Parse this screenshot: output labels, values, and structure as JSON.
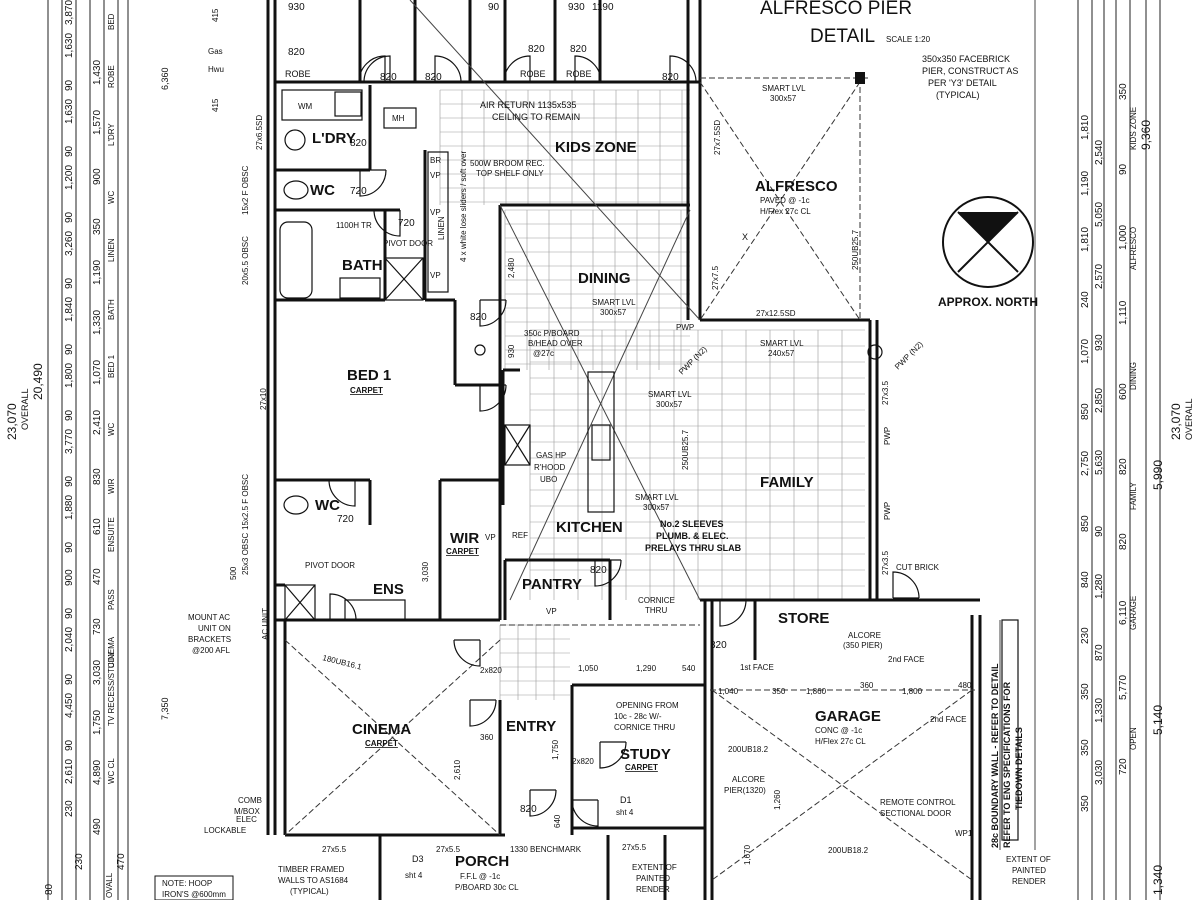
{
  "title": {
    "line1": "ALFRESCO PIER",
    "line2": "DETAIL",
    "scale": "SCALE 1:20"
  },
  "notes": {
    "pier": [
      "350x350 FACEBRICK",
      "PIER, CONSTRUCT AS",
      "PER 'Y3' DETAIL",
      "(TYPICAL)"
    ],
    "north": "APPROX. NORTH",
    "air_return": [
      "AIR RETURN 1135x535",
      "CEILING TO REMAIN"
    ],
    "broom": [
      "500W BROOM REC.",
      "TOP SHELF ONLY"
    ],
    "sliders": "4 x white lose sliders / soft over",
    "plasterboard": [
      "350c P/BOARD",
      "B/HEAD OVER",
      "@27c"
    ],
    "gas": [
      "GAS HP",
      "R'HOOD",
      "UBO"
    ],
    "sleeves": [
      "No.2 SLEEVES",
      "PLUMB. & ELEC.",
      "PRELAYS THRU SLAB"
    ],
    "cornice_thru": [
      "CORNICE",
      "THRU"
    ],
    "mount_ac": [
      "MOUNT AC",
      "UNIT ON",
      "BRACKETS",
      "@200 AFL"
    ],
    "opening": [
      "OPENING FROM",
      "10c - 28c W/-",
      "CORNICE THRU"
    ],
    "boundary": [
      "28c BOUNDARY WALL - REFER TO DETAIL",
      "REFER TO ENG SPECIFICATIONS FOR",
      "TIEDOWN DETAILS"
    ],
    "remote": [
      "REMOTE CONTROL",
      "SECTIONAL DOOR"
    ],
    "painted_render_1": [
      "EXTENT OF",
      "PAINTED",
      "RENDER"
    ],
    "painted_render_2": [
      "EXTENT OF",
      "PAINTED",
      "RENDER"
    ],
    "timber": [
      "TIMBER FRAMED",
      "WALLS TO AS1684",
      "(TYPICAL)"
    ],
    "hoop": [
      "NOTE: HOOP",
      "IRON'S @600mm"
    ],
    "benchmark": "1330 BENCHMARK",
    "cut_brick": "CUT BRICK",
    "elec": [
      "ELEC",
      "LOCKABLE"
    ],
    "comb": [
      "COMB",
      "M/BOX"
    ],
    "gas_hwu": [
      "Gas",
      "Hwu"
    ]
  },
  "rooms": {
    "kids_zone": "KIDS ZONE",
    "alfresco": "ALFRESCO",
    "alfresco_sub": [
      "PAVED @ -1c",
      "H/Flex  27c CL"
    ],
    "dining": "DINING",
    "bed1": "BED 1",
    "bed1_floor": "CARPET",
    "family": "FAMILY",
    "kitchen": "KITCHEN",
    "pantry": "PANTRY",
    "wir": "WIR",
    "wir_floor": "CARPET",
    "ens": "ENS",
    "bath": "BATH",
    "wc1": "WC",
    "wc2": "WC",
    "ldry": "L'DRY",
    "store": "STORE",
    "garage": "GARAGE",
    "garage_sub": [
      "CONC @ -1c",
      "H/Flex  27c CL"
    ],
    "cinema": "CINEMA",
    "cinema_floor": "CARPET",
    "entry": "ENTRY",
    "study": "STUDY",
    "study_floor": "CARPET",
    "porch": "PORCH",
    "porch_sub": [
      "F.F.L @ -1c",
      "P/BOARD  30c CL"
    ],
    "robe1": "ROBE",
    "robe2": "ROBE",
    "robe3": "ROBE"
  },
  "labels": {
    "smart_lvl_1": "SMART LVL",
    "smart_lvl_1b": "300x57",
    "smart_lvl_2": "SMART LVL",
    "smart_lvl_2b": "300x57",
    "smart_lvl_3": "SMART LVL",
    "smart_lvl_3b": "240x57",
    "smart_lvl_4": "SMART LVL",
    "smart_lvl_4b": "300x57",
    "smart_lvl_5": "SMART LVL",
    "smart_lvl_5b": "300x57",
    "beam_alfresco": "27x12.5SD",
    "beam_250": "250UB25.7",
    "beam_250b": "250UB25.7",
    "beam_180": "180UB16.1",
    "beam_200a": "200UB18.2",
    "beam_200b": "200UB18.2",
    "pwp": "PWP",
    "pwp_n2": "PWP (N2)",
    "wp1": "WP1",
    "alcore_1": "ALCORE",
    "alcore_1b": "(350 PIER)",
    "alcore_2": "ALCORE",
    "alcore_2b": "PIER(1320)",
    "second_face": "2nd FACE",
    "first_face": "1st FACE",
    "d1": "D1",
    "d1b": "sht 4",
    "d3": "D3",
    "d3b": "sht 4",
    "ref": "REF",
    "wm": "WM",
    "mh": "MH",
    "linen": "LINEN",
    "vp": "VP",
    "br": "BR",
    "ac_unit": "AC UNIT",
    "pivot_door_1": "PIVOT DOOR",
    "pivot_door_2": "PIVOT DOOR",
    "tr_1100": "1100H TR",
    "x_mark": "X"
  },
  "dims_top": [
    "930",
    "90",
    "930",
    "1190"
  ],
  "dims_doors": [
    "820",
    "820",
    "820",
    "820",
    "820",
    "820",
    "820",
    "720",
    "720",
    "720",
    "820",
    "820",
    "820",
    "820"
  ],
  "dims_ext": {
    "d27x6": "27x6.5SD",
    "d27x10": "27x10",
    "d27x7_5": "27x7.5SD",
    "d27x7": "27x7.5",
    "d27x3a": "27x3.5",
    "d27x3b": "27x3.5",
    "d27x5a": "27x5.5",
    "d27x5b": "27x5.5",
    "d27x5c": "27x5.5",
    "d15x2a": "15x2 F OBSC",
    "d15x2b": "15x2.5 F OBSC",
    "d20x5": "20x5.5 OBSC",
    "d25x3": "25x3 OBSC",
    "d2480": "2,480",
    "d930": "930",
    "d2x820a": "2x820",
    "d2x820b": "2x820",
    "d3030": "3,030",
    "d2610": "2,610",
    "d1750": "1,750",
    "d1050": "1,050",
    "d1290": "1,290",
    "d540": "540",
    "d1040": "1,040",
    "d350": "350",
    "d1860": "1,860",
    "d360": "360",
    "d1800": "1,800",
    "d480": "480",
    "d1260": "1,260",
    "d1670": "1,670",
    "d415a": "415",
    "d415b": "415",
    "d500": "500",
    "d360b": "360",
    "d640": "640",
    "d6360": "6,360",
    "d7350": "7,350"
  },
  "left_dims": {
    "overall": "23,070",
    "overall_sub": "OVERALL",
    "inner": "20,490",
    "col_a": [
      "3,870",
      "1,630",
      "90",
      "1,630",
      "90",
      "1,200",
      "90",
      "3,260",
      "90",
      "1,840",
      "90",
      "1,800",
      "90",
      "3,770",
      "90",
      "1,880",
      "90",
      "900",
      "90",
      "2,040",
      "90",
      "4,450",
      "90",
      "2,610",
      "230"
    ],
    "col_b": [
      "1,430",
      "1,570",
      "900",
      "350",
      "1,190",
      "1,330",
      "1,070",
      "2,410",
      "830",
      "610",
      "470",
      "730",
      "3,030",
      "1,750",
      "4,890",
      "490"
    ],
    "col_labels": [
      "BED",
      "ROBE",
      "L'DRY",
      "WC",
      "LINEN",
      "BATH",
      "BED 1",
      "WC",
      "WIR",
      "ENSUITE",
      "PASS",
      "CINEMA",
      "TV RECESS/STUDY",
      "WC CL"
    ],
    "bottom": [
      "80",
      "230",
      "470",
      "OVALL"
    ]
  },
  "right_dims": {
    "overall": "23,070",
    "overall_sub": "OVERALL",
    "block_a": "9,360",
    "block_b": "5,990",
    "block_c": "5,140",
    "block_d": "1,340",
    "col_a": [
      "1,810",
      "1,190",
      "1,810",
      "240",
      "1,070",
      "850",
      "2,750",
      "850",
      "840",
      "230",
      "350",
      "350",
      "350"
    ],
    "col_b": [
      "2,540",
      "5,050",
      "2,570",
      "930",
      "2,850",
      "5,630",
      "90",
      "1,280",
      "870",
      "1,330",
      "3,030"
    ],
    "col_c": [
      "350",
      "90",
      "1,000",
      "1,110",
      "600",
      "820",
      "820",
      "6,110",
      "5,770",
      "720"
    ],
    "col_labels": [
      "KIDS ZONE",
      "ALFRESCO",
      "DINING",
      "FAMILY",
      "GARAGE",
      "OPEN"
    ]
  }
}
